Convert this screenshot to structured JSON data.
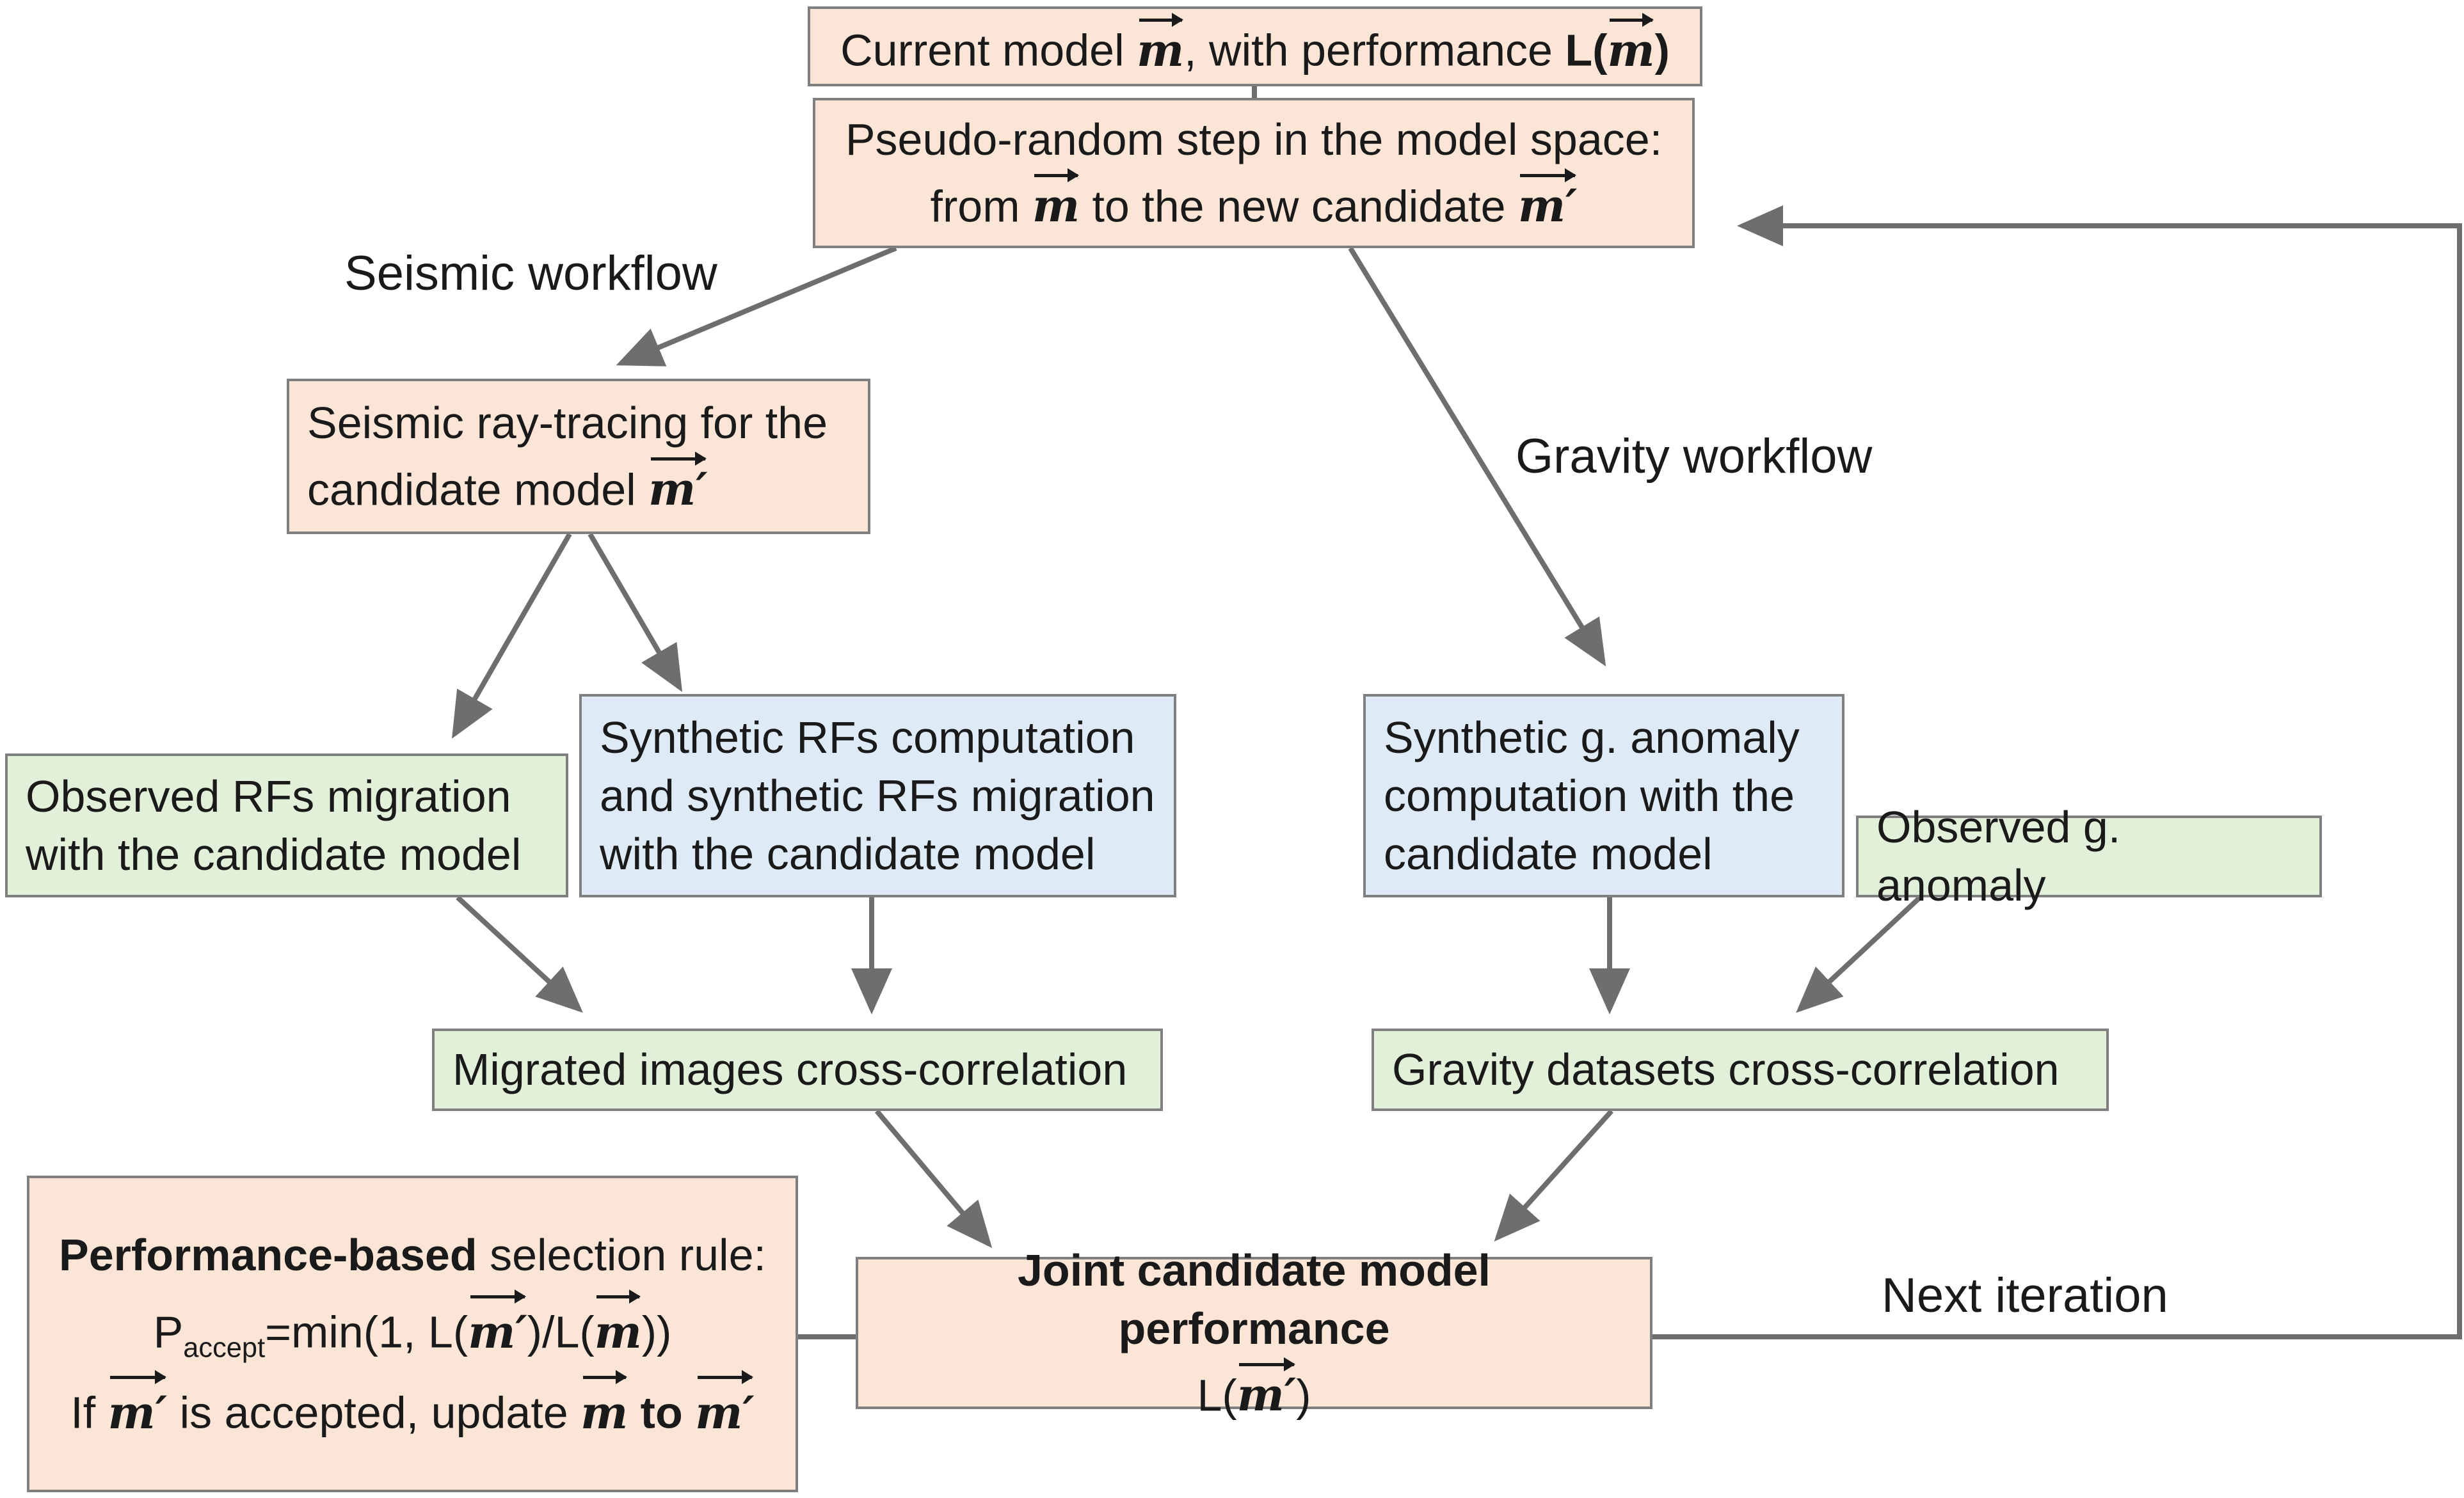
{
  "colors": {
    "orange_fill": "#fbe5d6",
    "blue_fill": "#deebf7",
    "green_fill": "#e2f0d9",
    "border": "#7f7f7f",
    "arrow": "#6e6e6e"
  },
  "symbols": {
    "m": "m",
    "m_prime": "m′"
  },
  "nodes": {
    "current_model": {
      "text_a": "Current model ",
      "text_b": ", with performance ",
      "text_c": "L(",
      "text_d": ")"
    },
    "pseudo_random_step": {
      "line1": "Pseudo-random step in the model space:",
      "text_a": "from ",
      "text_b": " to the new candidate "
    },
    "seismic_ray_tracing": {
      "line1": "Seismic ray-tracing for the",
      "text_a": "candidate model "
    },
    "observed_rfs_migration": {
      "line1": "Observed RFs migration",
      "line2": "with the candidate model"
    },
    "synthetic_rfs": {
      "line1": "Synthetic RFs computation",
      "line2": "and synthetic RFs migration",
      "line3": "with the candidate model"
    },
    "migrated_images_cc": {
      "text": "Migrated images cross-correlation"
    },
    "synthetic_g_anomaly": {
      "line1": "Synthetic g. anomaly",
      "line2": "computation with the",
      "line3": "candidate model"
    },
    "observed_g_anomaly": {
      "text": "Observed g. anomaly"
    },
    "gravity_datasets_cc": {
      "text": "Gravity datasets cross-correlation"
    },
    "joint_performance": {
      "line1": "Joint candidate model performance",
      "text_a": "L(",
      "text_b": ")"
    },
    "selection_rule": {
      "bold_part": "Performance-based",
      "rest": " selection rule:",
      "p": "P",
      "sub": "accept",
      "formula_a": "=min(1, L(",
      "formula_b": ")/L(",
      "formula_c": "))",
      "if_a": "If ",
      "if_b": " is accepted, update ",
      "if_c": " to "
    }
  },
  "labels": {
    "seismic_workflow": "Seismic workflow",
    "gravity_workflow": "Gravity workflow",
    "next_iteration": "Next iteration"
  }
}
